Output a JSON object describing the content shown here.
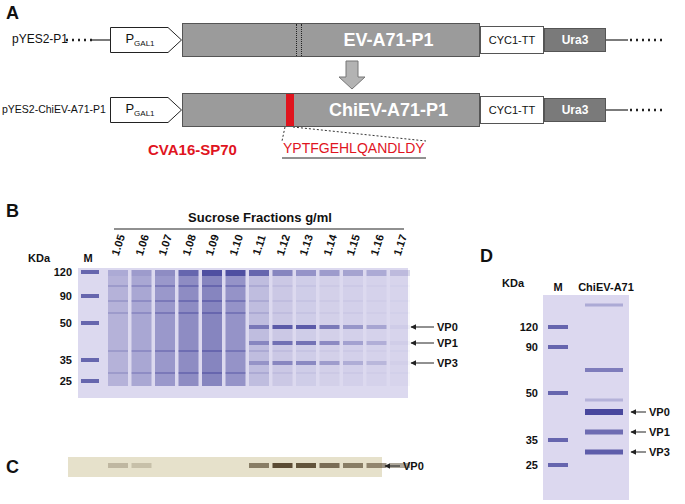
{
  "diagram": {
    "nodes": [
      {
        "text": [
          "P",
          "GAL1"
        ]
      },
      {
        "text": [
          "EV-A71-P1"
        ]
      },
      {
        "text": [
          "CYC1-TT"
        ]
      },
      {
        "text": [
          "Ura3"
        ]
      },
      {
        "text": [
          "P",
          "GAL1"
        ]
      },
      {
        "text": [
          "ChiEV-A71-P1"
        ]
      },
      {
        "text": [
          "CYC1-TT"
        ]
      },
      {
        "text": [
          "Ura3"
        ]
      }
    ],
    "edges": [
      {
        "from": 1,
        "to": 5,
        "arrow": "to"
      }
    ],
    "labels": [
      "A",
      "pYES2-P1",
      "pYES2-ChiEV-A71-P1",
      "CVA16-SP70",
      "YPTFGEHLQANDLDY",
      "B",
      "Sucrose Fractions g/ml",
      "1.05",
      "1.06",
      "1.07",
      "1.08",
      "1.09",
      "1.10",
      "1.11",
      "1.12",
      "1.13",
      "1.14",
      "1.15",
      "1.16",
      "1.17",
      "KDa",
      "M",
      "120",
      "90",
      "50",
      "35",
      "25",
      "VP0",
      "VP1",
      "VP3",
      "C",
      "VP0",
      "D",
      "KDa",
      "M",
      "ChiEV-A71",
      "120",
      "90",
      "50",
      "35",
      "25",
      "VP0",
      "VP1",
      "VP3"
    ]
  }
}
